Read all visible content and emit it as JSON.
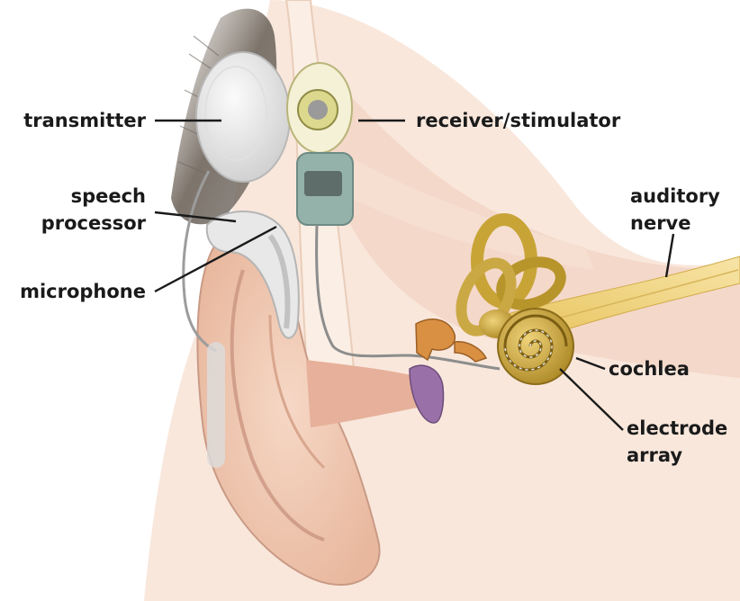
{
  "diagram": {
    "labels": {
      "transmitter": "transmitter",
      "receiver_stimulator": "receiver/stimulator",
      "speech_processor_1": "speech",
      "speech_processor_2": "processor",
      "microphone": "microphone",
      "auditory_nerve_1": "auditory",
      "auditory_nerve_2": "nerve",
      "cochlea": "cochlea",
      "electrode_array_1": "electrode",
      "electrode_array_2": "array"
    },
    "colors": {
      "skin": "#f2c9b2",
      "skin_shadow": "#c99a85",
      "bone": "#f8e5d6",
      "hair": "#8a8178",
      "device_white": "#e6e6e6",
      "device_green": "#8fb0a8",
      "cochlea_gold": "#c8a437",
      "nerve_yellow": "#f0d27a",
      "ossicle_orange": "#d99043",
      "eardrum_purple": "#9a70a8",
      "label_text": "#1a1a1a"
    }
  }
}
